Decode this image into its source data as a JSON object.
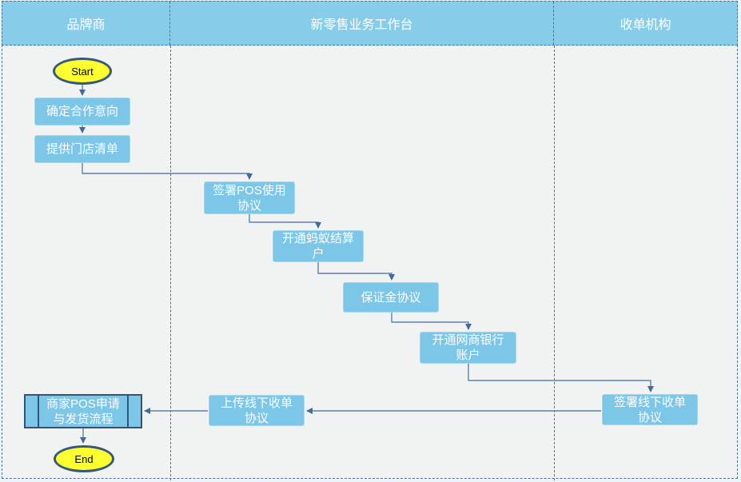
{
  "diagram": {
    "type": "flowchart-swimlane",
    "lanes": [
      "品牌商",
      "新零售业务工作台",
      "收单机构"
    ],
    "nodes": [
      {
        "id": "start",
        "type": "terminator",
        "lane": "品牌商",
        "label": "Start"
      },
      {
        "id": "confirm-cooperation",
        "type": "process",
        "lane": "品牌商",
        "label": "确定合作意向"
      },
      {
        "id": "provide-store-list",
        "type": "process",
        "lane": "品牌商",
        "label": "提供门店清单"
      },
      {
        "id": "sign-pos-agreement",
        "type": "process",
        "lane": "新零售业务工作台",
        "label": "签署POS使用\n协议"
      },
      {
        "id": "open-ant-settlement",
        "type": "process",
        "lane": "新零售业务工作台",
        "label": "开通蚂蚁结算\n户"
      },
      {
        "id": "deposit-agreement",
        "type": "process",
        "lane": "新零售业务工作台",
        "label": "保证金协议"
      },
      {
        "id": "open-mybank-account",
        "type": "process",
        "lane": "新零售业务工作台",
        "label": "开通网商银行\n账户"
      },
      {
        "id": "sign-offline-acquiring",
        "type": "process",
        "lane": "收单机构",
        "label": "签署线下收单\n协议"
      },
      {
        "id": "upload-offline-acquiring",
        "type": "process",
        "lane": "新零售业务工作台",
        "label": "上传线下收单\n协议"
      },
      {
        "id": "merchant-pos-subprocess",
        "type": "subprocess",
        "lane": "品牌商",
        "label": "商家POS申请\n与发货流程"
      },
      {
        "id": "end",
        "type": "terminator",
        "lane": "品牌商",
        "label": "End"
      }
    ],
    "edges": [
      {
        "from": "start",
        "to": "confirm-cooperation"
      },
      {
        "from": "confirm-cooperation",
        "to": "provide-store-list"
      },
      {
        "from": "provide-store-list",
        "to": "sign-pos-agreement"
      },
      {
        "from": "sign-pos-agreement",
        "to": "open-ant-settlement"
      },
      {
        "from": "open-ant-settlement",
        "to": "deposit-agreement"
      },
      {
        "from": "deposit-agreement",
        "to": "open-mybank-account"
      },
      {
        "from": "open-mybank-account",
        "to": "sign-offline-acquiring"
      },
      {
        "from": "sign-offline-acquiring",
        "to": "upload-offline-acquiring"
      },
      {
        "from": "upload-offline-acquiring",
        "to": "merchant-pos-subprocess"
      },
      {
        "from": "merchant-pos-subprocess",
        "to": "end"
      }
    ]
  },
  "colors": {
    "lane_header_fill": "#87CDE9",
    "node_fill": "#7CC6E8",
    "node_text": "#FFFFFF",
    "terminator_fill": "#FDFF2E",
    "shape_border_dark": "#34597E",
    "connector_line": "#5C82B2",
    "connector_arrow": "#44699D",
    "dashed_border": "#4673A8",
    "canvas_background": "#F1F2F2"
  }
}
